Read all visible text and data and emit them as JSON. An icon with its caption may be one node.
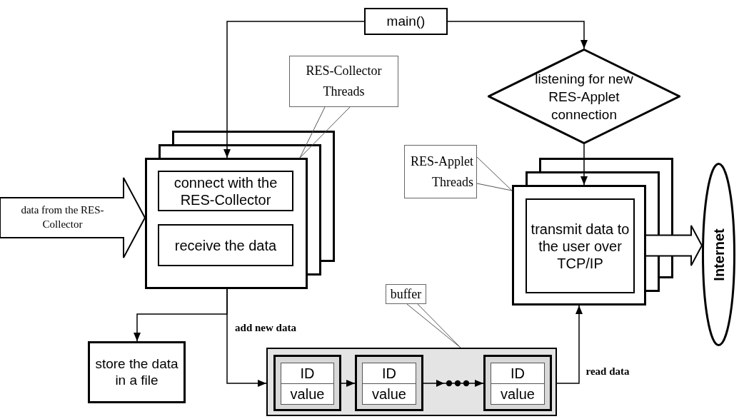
{
  "diagram": {
    "nodes": [
      {
        "text": [
          "main()"
        ]
      },
      {
        "text": [
          "RES-Collector Threads"
        ]
      },
      {
        "text": [
          "listening for new RES-Applet connection"
        ]
      },
      {
        "text": [
          "RES-Applet Threads"
        ]
      },
      {
        "text": [],
        "shape": "box"
      },
      {
        "text": [
          "connect with the RES-Collector"
        ],
        "in": 4
      },
      {
        "text": [
          "receive the data"
        ],
        "in": 4
      },
      {
        "text": [],
        "shape": "box"
      },
      {
        "text": [
          "transmit data to the user over TCP/IP"
        ],
        "in": 7
      },
      {
        "text": [
          "Internet"
        ]
      },
      {
        "text": [
          "buffer"
        ]
      },
      {
        "text": [
          "store the data in a file"
        ]
      },
      {
        "text": [],
        "shape": "box"
      },
      {
        "text": [
          "ID",
          "value"
        ],
        "in": 12
      },
      {
        "text": [
          "ID",
          "value"
        ],
        "in": 12
      },
      {
        "text": [
          "ID",
          "value"
        ],
        "in": 12
      }
    ],
    "edges": [
      {
        "from": null,
        "to": 4,
        "arrow": "to",
        "label": "data from the RES-Collector",
        "style": "thick"
      },
      {
        "from": 0,
        "to": 4,
        "arrow": "to"
      },
      {
        "from": 0,
        "to": 2,
        "arrow": "to"
      },
      {
        "from": 2,
        "to": 7,
        "arrow": "to"
      },
      {
        "from": 1,
        "to": 4,
        "arrow": "none"
      },
      {
        "from": 3,
        "to": 7,
        "arrow": "none"
      },
      {
        "from": 7,
        "to": 9,
        "arrow": "to",
        "style": "thick"
      },
      {
        "from": 4,
        "to": 11,
        "arrow": "to"
      },
      {
        "from": 4,
        "to": 12,
        "arrow": "to",
        "label": "add new data"
      },
      {
        "from": 10,
        "to": 12,
        "arrow": "none"
      },
      {
        "from": 13,
        "to": 14,
        "arrow": "to"
      },
      {
        "from": 14,
        "to": 15,
        "arrow": "to"
      },
      {
        "from": 12,
        "to": 7,
        "arrow": "to",
        "label": "read data"
      }
    ]
  }
}
